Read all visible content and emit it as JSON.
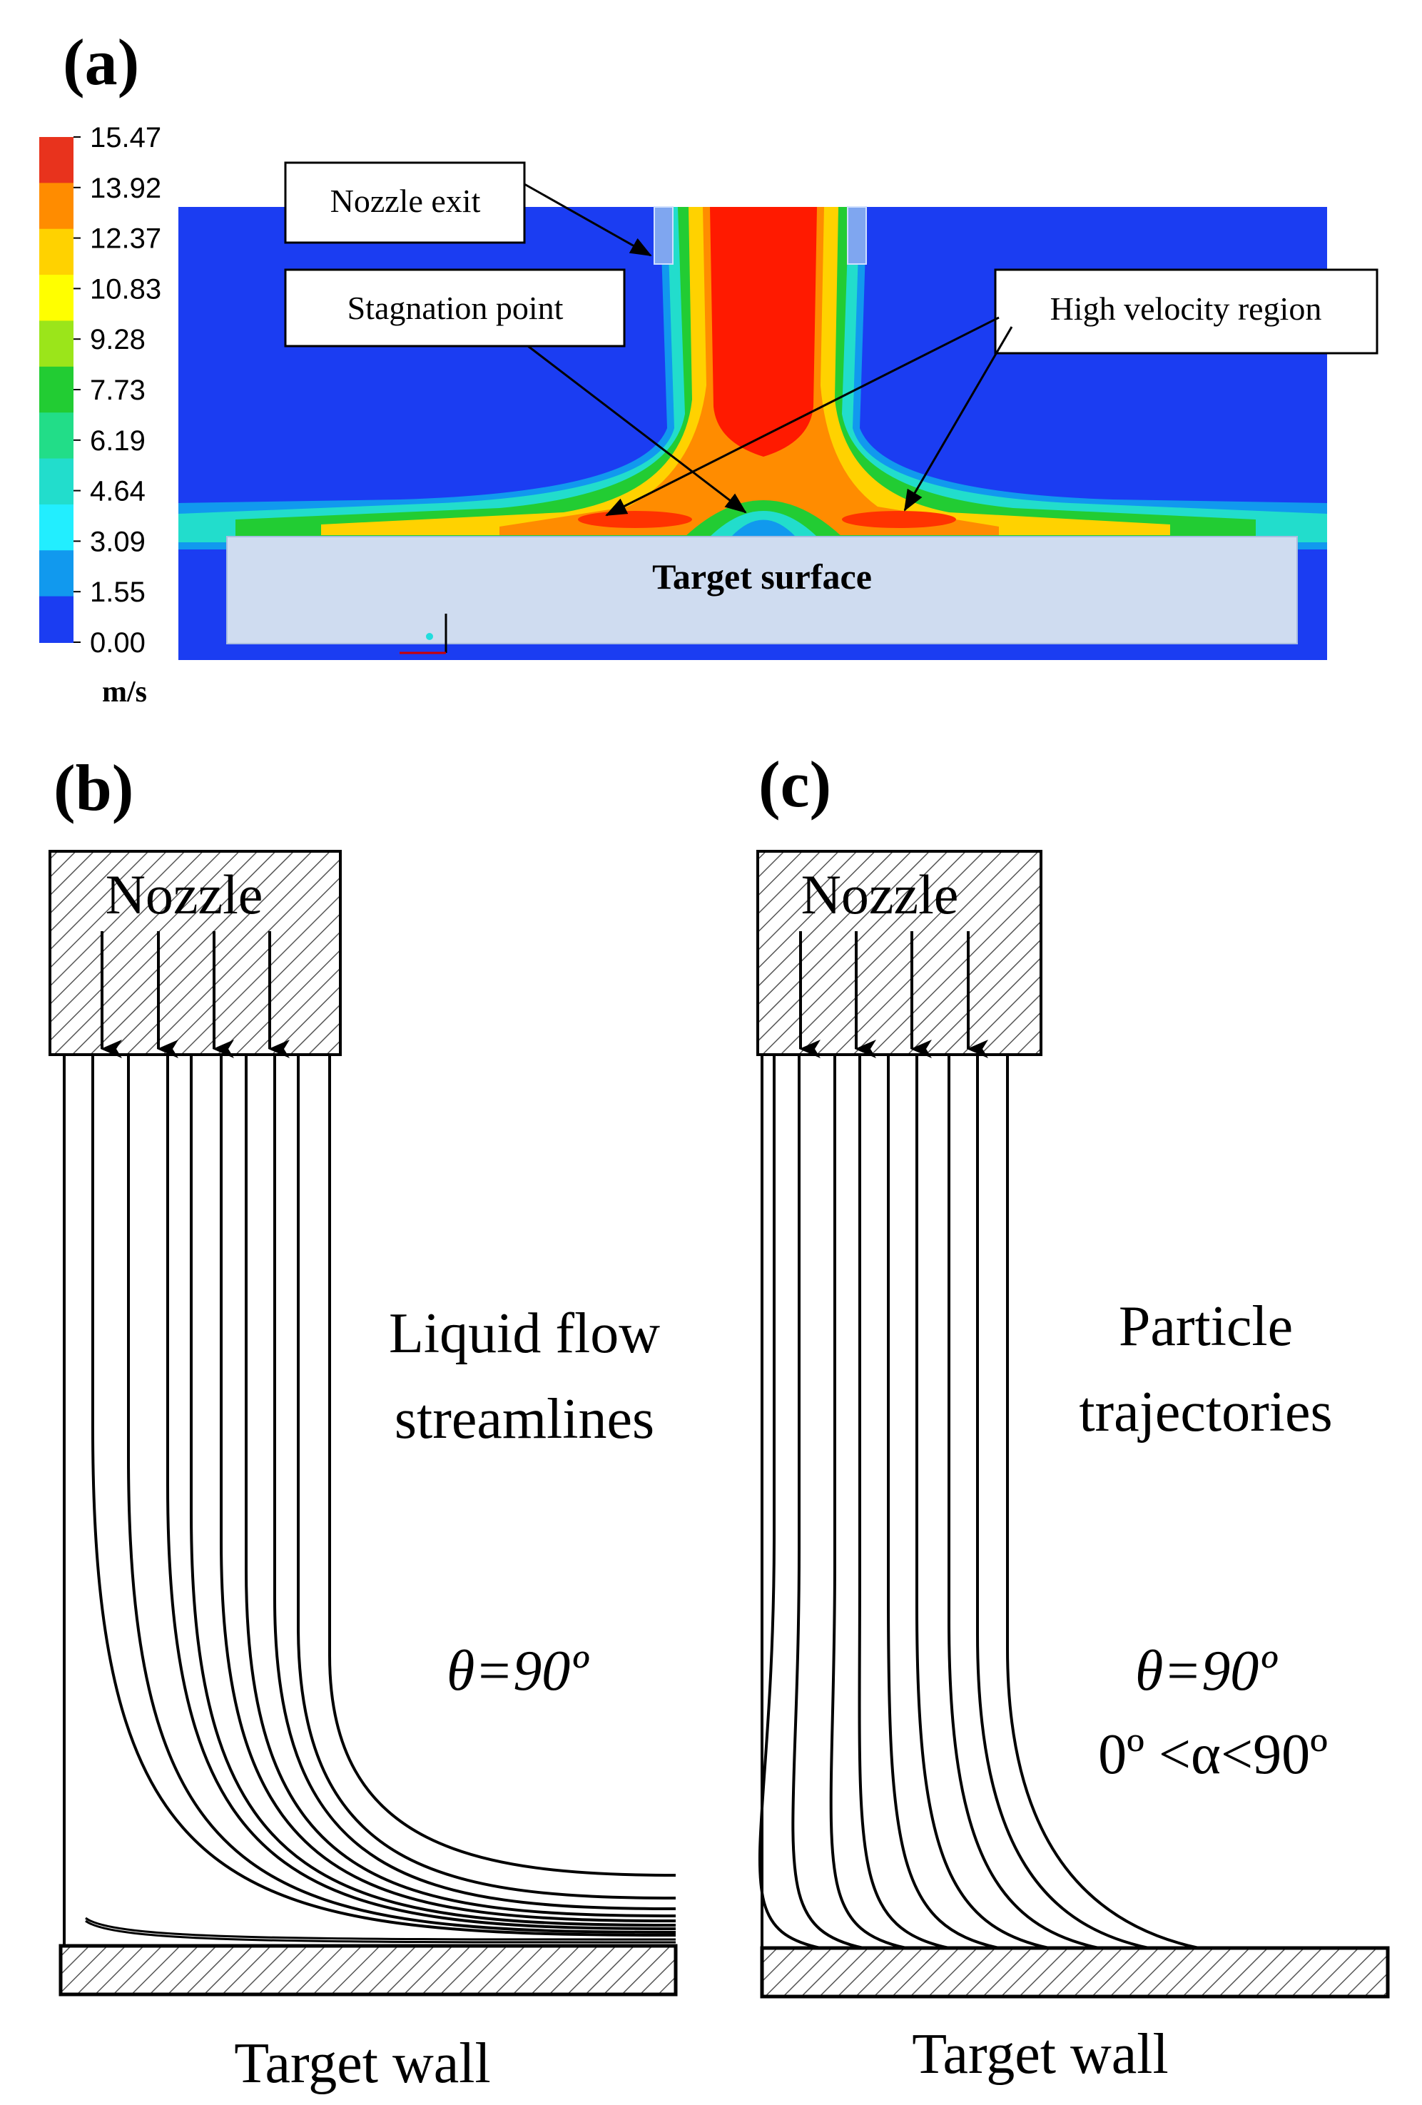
{
  "panel_a": {
    "label": "(a)",
    "colorbar": {
      "unit": "m/s",
      "ticks": [
        "15.47",
        "13.92",
        "12.37",
        "10.83",
        "9.28",
        "7.73",
        "6.19",
        "4.64",
        "3.09",
        "1.55",
        "0.00"
      ],
      "colors": [
        "#e8331d",
        "#ff8c00",
        "#ffd200",
        "#ffff00",
        "#9be51a",
        "#22cc33",
        "#22dd88",
        "#22ddcc",
        "#22eeff",
        "#1199ee",
        "#1b3df2"
      ]
    },
    "callouts": {
      "nozzle_exit": "Nozzle exit",
      "stagnation_point": "Stagnation point",
      "high_velocity_region": "High velocity region"
    },
    "target_surface": "Target surface"
  },
  "panel_b": {
    "label": "(b)",
    "nozzle": "Nozzle",
    "caption_line1": "Liquid flow",
    "caption_line2": "streamlines",
    "angle": "θ=90º",
    "wall": "Target wall"
  },
  "panel_c": {
    "label": "(c)",
    "nozzle": "Nozzle",
    "caption_line1": "Particle",
    "caption_line2": "trajectories",
    "angle1": "θ=90º",
    "angle2": "0º <α<90º",
    "wall": "Target wall"
  }
}
